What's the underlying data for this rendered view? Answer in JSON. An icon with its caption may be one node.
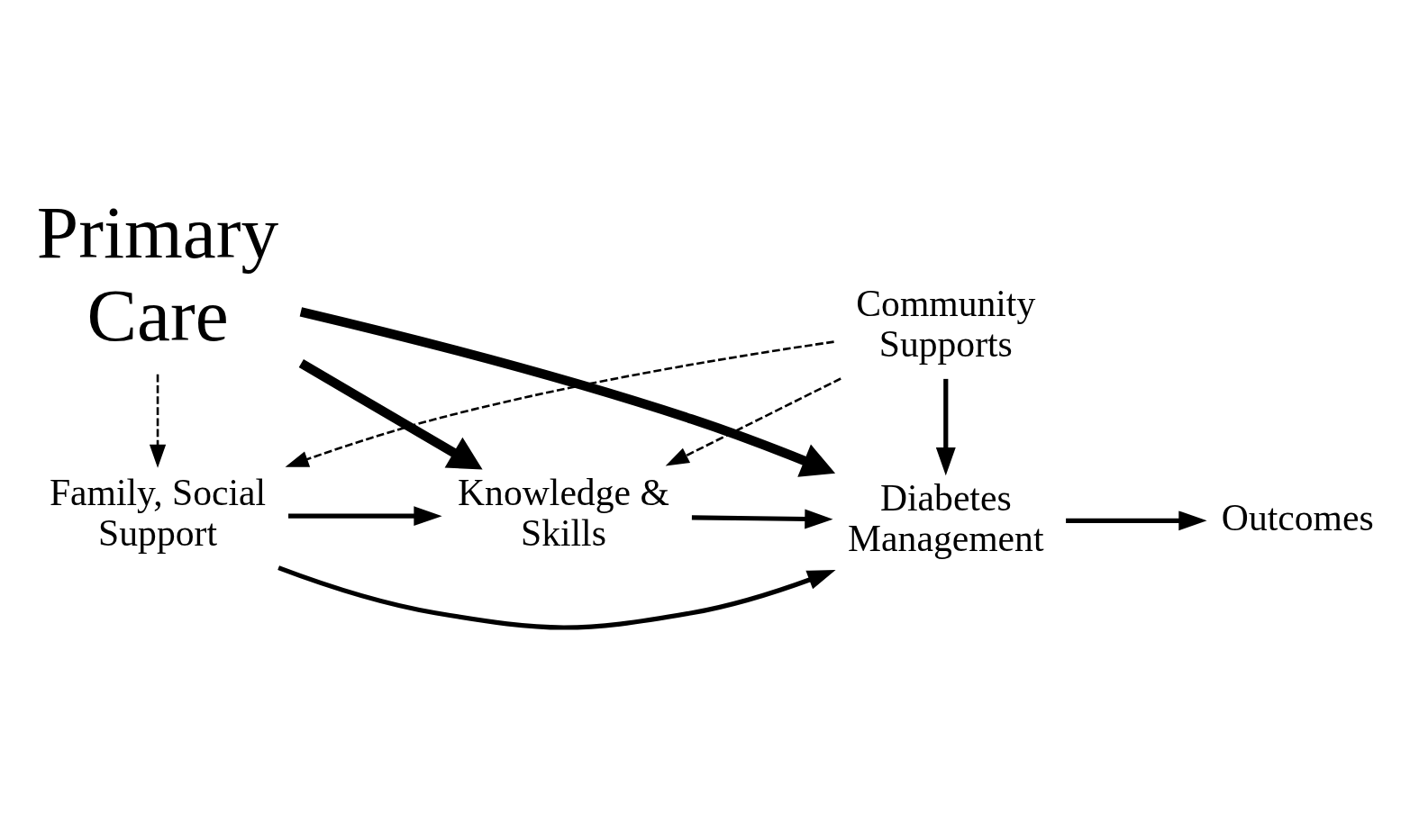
{
  "diagram": {
    "nodes": [
      {
        "text": [
          "Primary Care"
        ]
      },
      {
        "text": [
          "Knowledge & Skills"
        ]
      },
      {
        "text": [
          "Diabetes Management"
        ]
      },
      {
        "text": [
          "Outcomes"
        ]
      },
      {
        "text": [
          "Family, Social Support"
        ]
      },
      {
        "text": [
          "Community Supports"
        ]
      }
    ],
    "edges": [
      {
        "from": 0,
        "to": 2,
        "arrow": "to",
        "style": "thick"
      },
      {
        "from": 0,
        "to": 1,
        "arrow": "to",
        "style": "thick"
      },
      {
        "from": 0,
        "to": 4,
        "arrow": "to",
        "style": "dashed"
      },
      {
        "from": 1,
        "to": 2,
        "arrow": "to"
      },
      {
        "from": 2,
        "to": 3,
        "arrow": "to"
      },
      {
        "from": 4,
        "to": 1,
        "arrow": "to"
      },
      {
        "from": 4,
        "to": 2,
        "arrow": "to"
      },
      {
        "from": 5,
        "to": 1,
        "arrow": "to",
        "style": "dashed"
      },
      {
        "from": 5,
        "to": 2,
        "arrow": "to"
      },
      {
        "from": 5,
        "to": 4,
        "arrow": "to",
        "style": "dashed"
      }
    ]
  }
}
